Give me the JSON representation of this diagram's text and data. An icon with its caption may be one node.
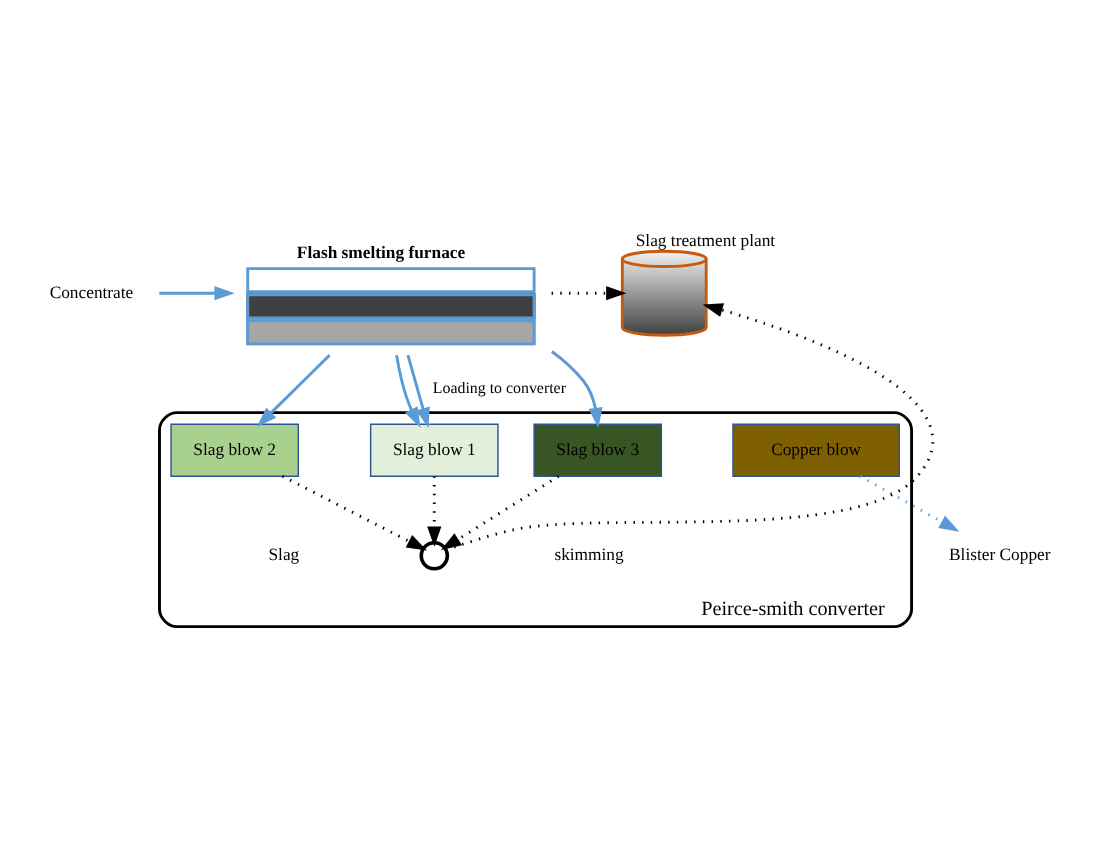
{
  "diagram": {
    "nodes": [
      {
        "text": [
          "Concentrate"
        ]
      },
      {
        "text": [
          "Flash smelting furnace"
        ]
      },
      {
        "text": [
          "Slag treatment plant"
        ]
      },
      {
        "text": [
          "Peirce-smith converter"
        ]
      },
      {
        "text": [
          "Slag blow 1"
        ],
        "in": 3
      },
      {
        "text": [
          "Slag blow 2"
        ],
        "in": 3
      },
      {
        "text": [
          "Slag blow 3"
        ],
        "in": 3
      },
      {
        "text": [
          "Copper blow"
        ],
        "in": 3
      },
      {
        "text": [],
        "shape": "circle",
        "in": 3
      },
      {
        "text": [
          "Blister Copper"
        ]
      }
    ],
    "edges": [
      {
        "from": 0,
        "to": 1,
        "arrow": "to"
      },
      {
        "from": 1,
        "to": 4,
        "arrow": "to",
        "label": "Loading to converter"
      },
      {
        "from": 1,
        "to": 4,
        "arrow": "to"
      },
      {
        "from": 1,
        "to": 5,
        "arrow": "to"
      },
      {
        "from": 1,
        "to": 6,
        "arrow": "to"
      },
      {
        "from": 1,
        "to": 2,
        "arrow": "to",
        "style": "dashed",
        "color": "#000000"
      },
      {
        "from": 4,
        "to": 8,
        "arrow": "to",
        "style": "dashed",
        "color": "#000000"
      },
      {
        "from": 5,
        "to": 8,
        "arrow": "to",
        "style": "dashed",
        "color": "#000000"
      },
      {
        "from": 6,
        "to": 8,
        "arrow": "to",
        "style": "dashed",
        "color": "#000000"
      },
      {
        "from": 8,
        "to": 2,
        "arrow": "to",
        "style": "dashed",
        "color": "#000000"
      },
      {
        "from": 7,
        "to": 9,
        "arrow": "to",
        "style": "dashed"
      }
    ],
    "labels": [
      "Slag",
      "skimming"
    ]
  }
}
